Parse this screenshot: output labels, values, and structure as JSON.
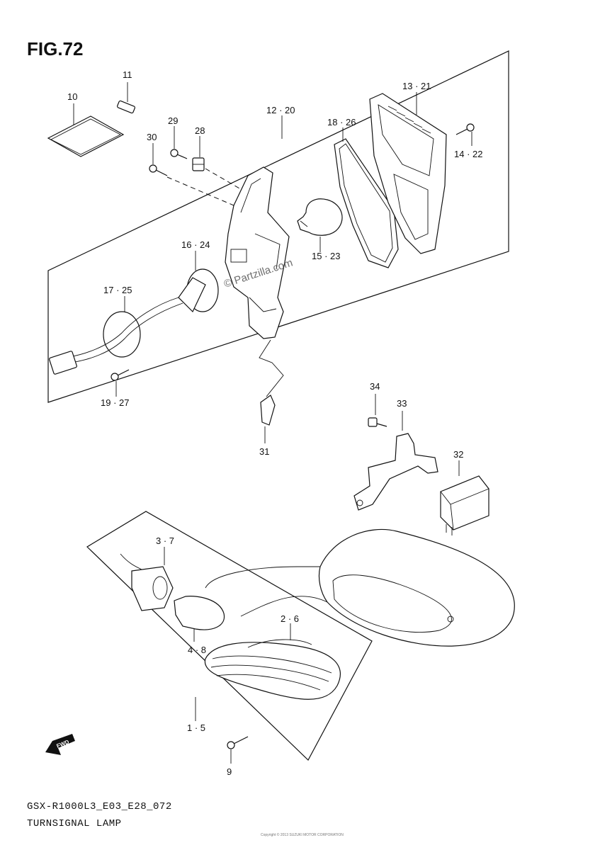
{
  "figure_title": "FIG.72",
  "callouts": {
    "c1": "1 · 5",
    "c2": "2 · 6",
    "c3": "3 · 7",
    "c4": "4 · 8",
    "c9": "9",
    "c10": "10",
    "c11": "11",
    "c12": "12 · 20",
    "c13": "13 · 21",
    "c14": "14 · 22",
    "c15": "15 · 23",
    "c16": "16 · 24",
    "c17": "17 · 25",
    "c18": "18 · 26",
    "c19": "19 · 27",
    "c28": "28",
    "c29": "29",
    "c30": "30",
    "c31": "31",
    "c32": "32",
    "c33": "33",
    "c34": "34"
  },
  "fwd_label": "FWD",
  "watermark": "© Partzilla.com",
  "footer": {
    "model_code": "GSX-R1000L3_E03_E28_072",
    "section_name": "TURNSIGNAL LAMP",
    "copyright_small": "Copyright © 2013 SUZUKI MOTOR CORPORATION"
  }
}
